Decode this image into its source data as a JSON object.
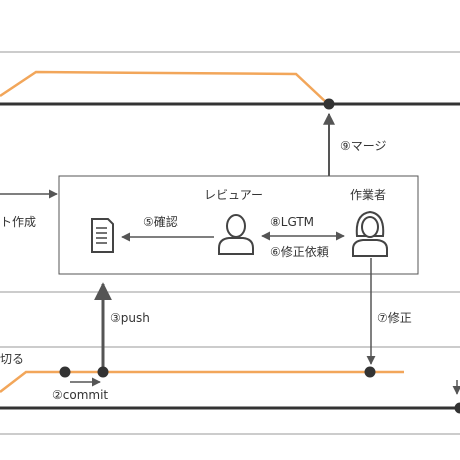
{
  "labels": {
    "merge": "⑨マージ",
    "pr_create": "ト作成",
    "reviewer": "レビュアー",
    "worker": "作業者",
    "confirm": "⑤確認",
    "lgtm": "⑧LGTM",
    "fix_request": "⑥修正依頼",
    "push": "③push",
    "fix": "⑦修正",
    "cut": "切る",
    "commit": "②commit"
  },
  "icons": {
    "document": "document-icon",
    "reviewer": "person-male-icon",
    "worker": "person-female-icon"
  },
  "colors": {
    "main_line": "#333333",
    "branch_line": "#f2a65a",
    "lane_border": "#999999",
    "arrow": "#555555"
  }
}
